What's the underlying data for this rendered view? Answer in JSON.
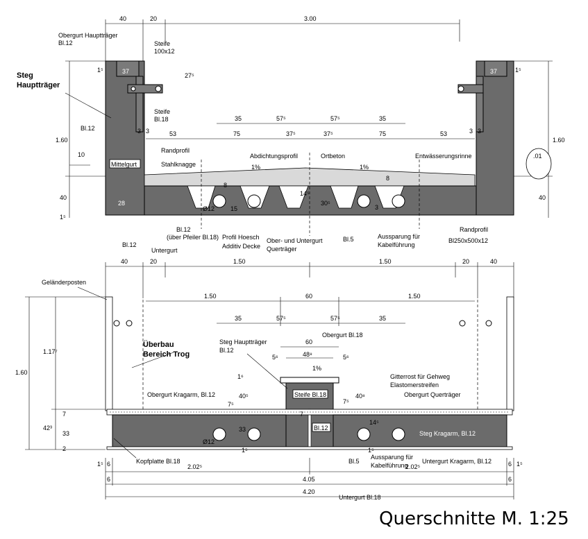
{
  "caption": "Querschnitte M. 1:25",
  "top_section": {
    "dims_top": [
      "40",
      "20",
      "3.00"
    ],
    "left_labels": {
      "obergurt": "Obergurt Hauptträger",
      "obergurt_bl": "Bl.12",
      "steife": "Steife",
      "steife_size": "100x12",
      "steg": "Steg",
      "haupttraeger": "Hauptträger",
      "bl12": "Bl.12",
      "steife2": "Steife",
      "steife2_bl": "Bl.18",
      "mittelgurt": "Mittelgurt",
      "randprofil": "Randprofil",
      "stahlknagge": "Stahlknagge",
      "abdichtungsprofil": "Abdichtungsprofil",
      "ortbeton": "Ortbeton",
      "entwaesserung": "Entwässerungsrinne",
      "bl12_pfeiler": "Bl.12",
      "ueber_pfeiler": "(über Pfeiler Bl.18)",
      "profil_hoesch": "Profil Hoesch",
      "additiv": "Additiv Decke",
      "ober_unter": "Ober- und Untergurt",
      "quertraeger": "Querträger",
      "bl5": "Bl.5",
      "aussparung": "Aussparung für",
      "kabel": "Kabelführung",
      "randprofil2": "Randprofil",
      "bl250": "Bl250x500x12",
      "bl12b": "Bl.12",
      "untergurt": "Untergurt"
    },
    "dims_mid": [
      "35",
      "57⁵",
      "57⁵",
      "35"
    ],
    "dims_low": [
      "53",
      "75",
      "37⁵",
      "37⁵",
      "75",
      "53"
    ],
    "small": {
      "d37a": "37",
      "d37b": "37",
      "d15a": "1⁵",
      "d15b": "1⁵",
      "d3a": "3",
      "d3b": "3",
      "d3c": "3",
      "d3d": "3",
      "h160a": "1.60",
      "h160b": "1.60",
      "h40a": "40",
      "h40b": "40",
      "h15": "1⁵",
      "h10": "10",
      "h01": ".01",
      "h275": "27⁵",
      "slope1": "1%",
      "slope2": "1%",
      "d12": "Ø12",
      "d15": "15",
      "d30": "30⁵",
      "d14": "14⁵",
      "d8a": "8",
      "d8b": "8",
      "d3e": "3",
      "d28": "28"
    }
  },
  "bottom_section": {
    "dims_top": [
      "40",
      "20",
      "1.50",
      "1.50",
      "20",
      "40"
    ],
    "dims_2": [
      "1.50",
      "60",
      "1.50"
    ],
    "dims_3": [
      "35",
      "57⁵",
      "57⁵",
      "35"
    ],
    "labels": {
      "gelaender": "Geländerposten",
      "ueberbau": "Überbau",
      "bereich": "Bereich Trog",
      "steg_ht": "Steg Hauptträger",
      "steg_bl": "Bl.12",
      "obergurt_bl18": "Obergurt Bl.18",
      "obergurt_krag": "Obergurt Kragarm, Bl.12",
      "gitterrost": "Gitterrost für Gehweg",
      "elastomer": "Elastomerstreifen",
      "obergurt_quer": "Obergurt Querträger",
      "steife_bl18": "Steife Bl.18",
      "bl12": "Bl.12",
      "steg_krag": "Steg Kragarm, Bl.12",
      "kopfplatte": "Kopfplatte Bl.18",
      "bl5": "Bl.5",
      "aussparung": "Aussparung für",
      "kabel": "Kabelführung",
      "untergurt_krag": "Untergurt Kragarm, Bl.12",
      "untergurt_bl18": "Untergurt Bl.18"
    },
    "small": {
      "d60": "60",
      "d48": "48⁸",
      "d5a": "5⁶",
      "d5b": "5⁶",
      "slope": "1%",
      "h160": "1.60",
      "h117": "1.17⁷",
      "h42": "42³",
      "h7": "7",
      "h33": "33",
      "h2": "2",
      "d40a": "40⁵",
      "d40b": "40⁸",
      "d75a": "7⁵",
      "d75b": "7⁵",
      "d16": "1⁶",
      "d12": "Ø12",
      "d33": "33",
      "d15": "1⁵",
      "d7": "7",
      "d14": "14⁵",
      "d15b": "1⁵",
      "d6a": "6",
      "d6b": "6",
      "d15c": "1⁵",
      "d15d": "1⁵",
      "d2025a": "2.02⁵",
      "d2025b": "2.02⁵",
      "d405": "4.05",
      "d420": "4.20",
      "d6c": "6",
      "d6d": "6"
    }
  }
}
